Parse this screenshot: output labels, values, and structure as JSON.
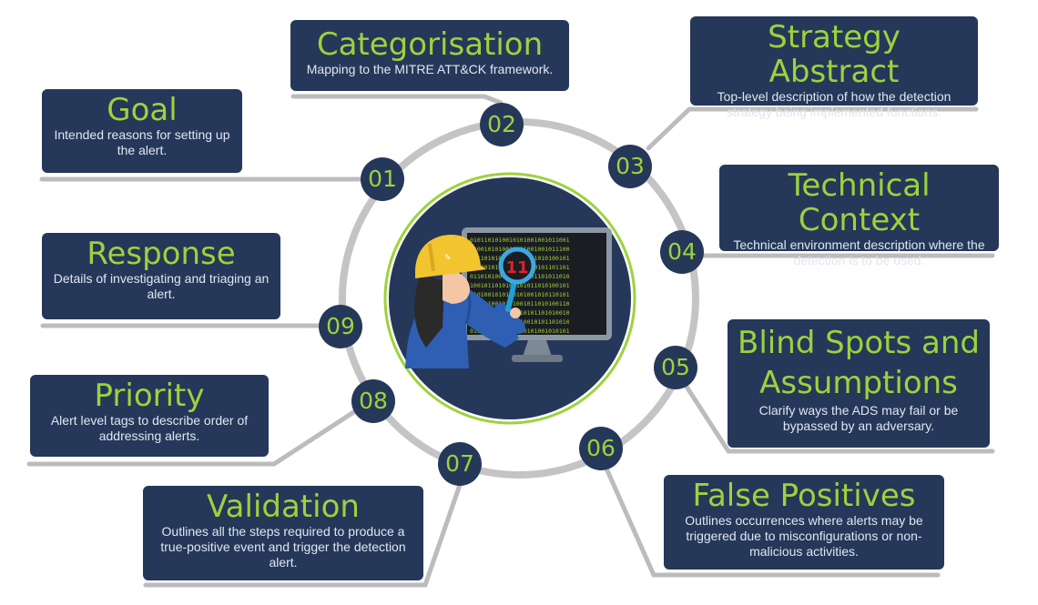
{
  "colors": {
    "box_bg": "#25385a",
    "title": "#9cd33c",
    "connector": "#bcbcbc",
    "center_ring": "#9cd33c"
  },
  "center_illustration": {
    "icon": "analyst-at-monitor-with-magnifier-icon",
    "magnifier_text": "11"
  },
  "steps": [
    {
      "number": "01",
      "title": "Goal",
      "description": "Intended reasons for setting up the alert."
    },
    {
      "number": "02",
      "title": "Categorisation",
      "description": "Mapping to the MITRE ATT&CK framework."
    },
    {
      "number": "03",
      "title": "Strategy Abstract",
      "description": "Top-level description of how the detection strategy being implemented functions."
    },
    {
      "number": "04",
      "title": "Technical Context",
      "description": "Technical environment description where the detection is to be used."
    },
    {
      "number": "05",
      "title": "Blind Spots and Assumptions",
      "description": "Clarify ways the ADS may fail or be bypassed by an adversary."
    },
    {
      "number": "06",
      "title": "False Positives",
      "description": "Outlines occurrences where alerts may be triggered due to misconfigurations or non-malicious activities."
    },
    {
      "number": "07",
      "title": "Validation",
      "description": "Outlines all the steps required to produce a true-positive event and trigger the detection alert."
    },
    {
      "number": "08",
      "title": "Priority",
      "description": "Alert level tags to describe order of addressing alerts."
    },
    {
      "number": "09",
      "title": "Response",
      "description": "Details of investigating and triaging an alert."
    }
  ]
}
